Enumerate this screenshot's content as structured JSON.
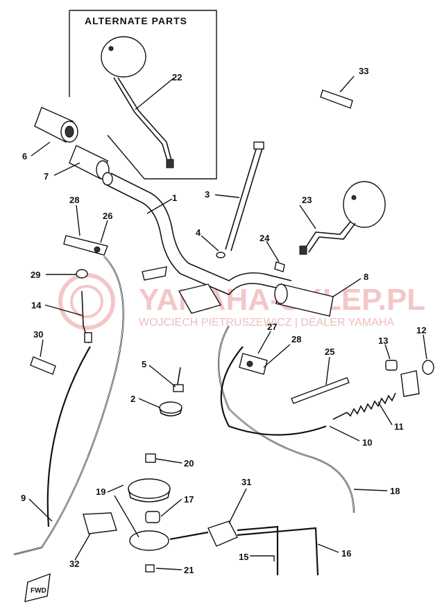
{
  "inset": {
    "title": "ALTERNATE PARTS"
  },
  "callouts": {
    "c1": "1",
    "c2": "2",
    "c3": "3",
    "c4": "4",
    "c5": "5",
    "c6": "6",
    "c7": "7",
    "c8": "8",
    "c9": "9",
    "c10": "10",
    "c11": "11",
    "c12": "12",
    "c13": "13",
    "c14": "14",
    "c15": "15",
    "c16": "16",
    "c17": "17",
    "c18": "18",
    "c19": "19",
    "c20": "20",
    "c21": "21",
    "c22": "22",
    "c23": "23",
    "c24": "24",
    "c25": "25",
    "c26": "26",
    "c27": "27",
    "c28a": "28",
    "c28b": "28",
    "c29": "29",
    "c30": "30",
    "c31": "31",
    "c32": "32",
    "c33": "33"
  },
  "fwd_badge": "FWD",
  "watermark": {
    "brand": "YAMAHA-SKLEP.PL",
    "dealer": "WOJCIECH PIETRUSZEWICZ | DEALER YAMAHA"
  }
}
